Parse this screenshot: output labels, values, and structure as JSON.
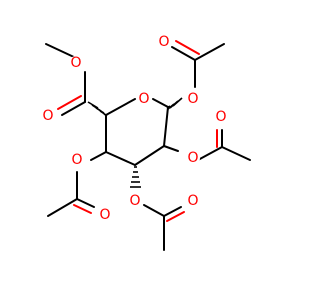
{
  "molecule": {
    "atoms": [
      {
        "id": "O_ring",
        "label": "O",
        "color": "#ff0000"
      },
      {
        "id": "O_ester_methoxy",
        "label": "O",
        "color": "#ff0000"
      },
      {
        "id": "O_ester_carbonyl",
        "label": "O",
        "color": "#ff0000"
      },
      {
        "id": "O_c1_link",
        "label": "O",
        "color": "#ff0000"
      },
      {
        "id": "O_c1_carbonyl",
        "label": "O",
        "color": "#ff0000"
      },
      {
        "id": "O_c2_link",
        "label": "O",
        "color": "#ff0000"
      },
      {
        "id": "O_c2_carbonyl",
        "label": "O",
        "color": "#ff0000"
      },
      {
        "id": "O_c3_link",
        "label": "O",
        "color": "#ff0000"
      },
      {
        "id": "O_c3_carbonyl",
        "label": "O",
        "color": "#ff0000"
      },
      {
        "id": "O_c4_link",
        "label": "O",
        "color": "#ff0000"
      },
      {
        "id": "O_c4_carbonyl",
        "label": "O",
        "color": "#ff0000"
      }
    ],
    "colors": {
      "bond": "#000000",
      "oxygen": "#ff0000",
      "background": "#ffffff"
    }
  }
}
